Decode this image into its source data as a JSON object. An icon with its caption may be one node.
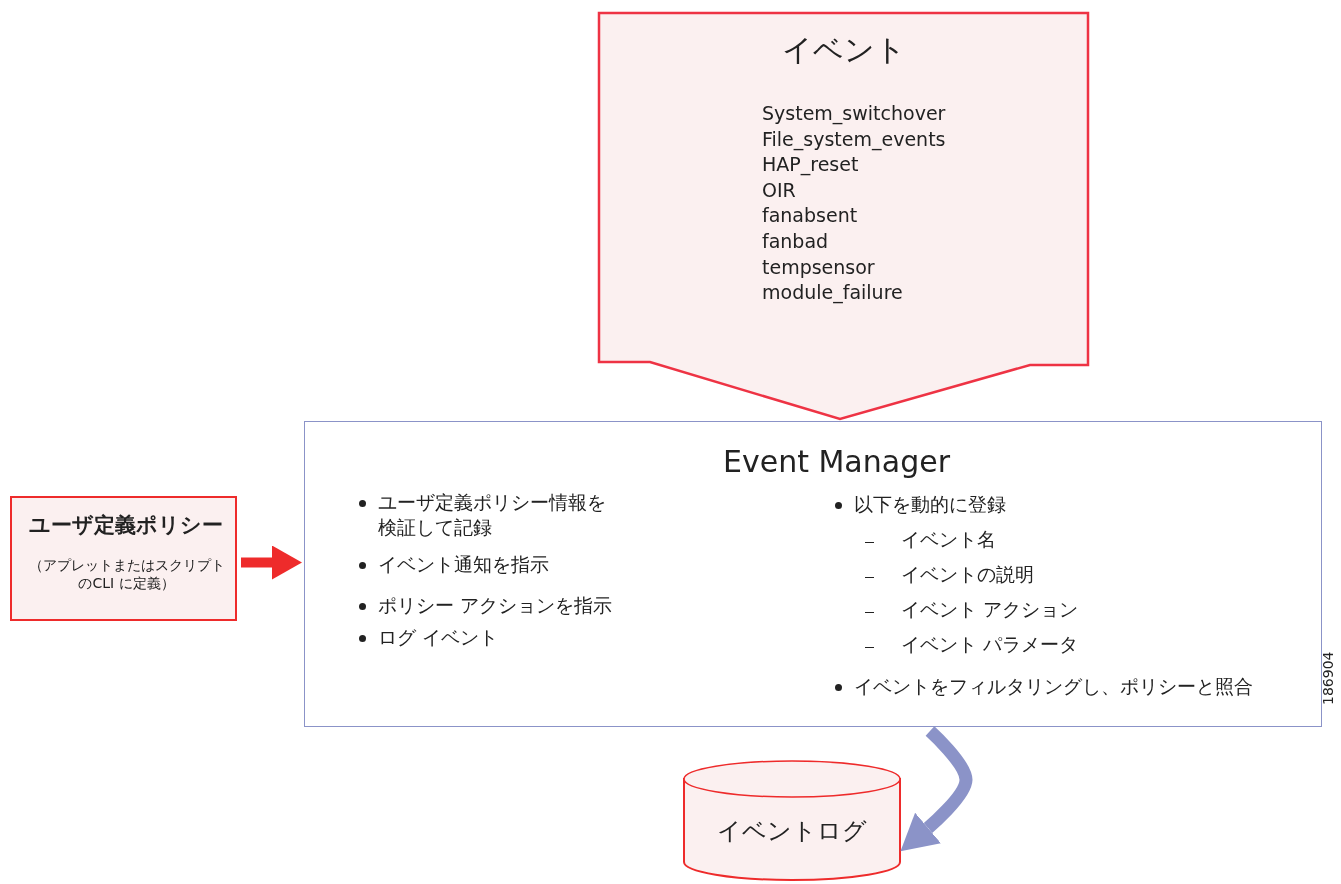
{
  "diagram": {
    "nodes": [
      {
        "text": [
          "イベント",
          "System_switchover",
          "File_system_events",
          "HAP_reset",
          "OIR",
          "fanabsent",
          "fanbad",
          "tempsensor",
          "module_failure"
        ]
      },
      {
        "text": [
          "ユーザ定義ポリシー",
          "（アプレットまたはスクリプトのCLI に定義）"
        ]
      },
      {
        "text": [
          "Event Manager",
          "ユーザ定義ポリシー情報を検証して記録",
          "イベント通知を指示",
          "ポリシー アクションを指示",
          "ログ イベント",
          "以下を動的に登録",
          "イベント名",
          "イベントの説明",
          "イベント アクション",
          "イベント パラメータ",
          "イベントをフィルタリングし、ポリシーと照合"
        ]
      },
      {
        "text": [
          "イベントログ"
        ]
      }
    ],
    "edges": [
      {
        "from": 1,
        "to": 2,
        "arrow": "to",
        "color": "#ee2b2b"
      },
      {
        "from": 2,
        "to": 3,
        "arrow": "to",
        "color": "#8b93c8"
      }
    ],
    "labels": [
      "186904"
    ]
  }
}
